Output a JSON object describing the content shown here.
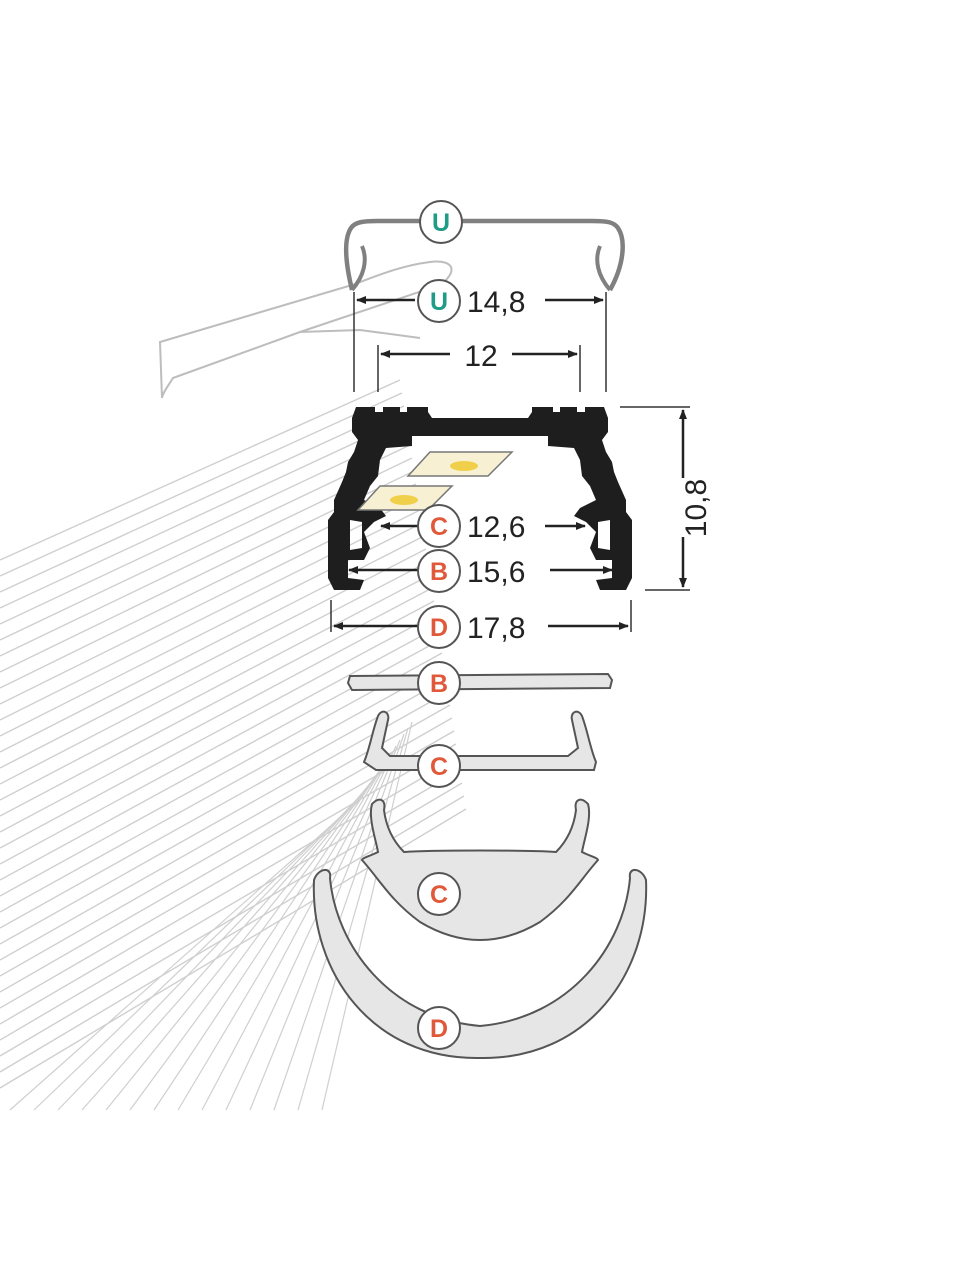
{
  "colors": {
    "teal": "#1f9b86",
    "orange": "#e0593a",
    "profile": "#1e1e1e",
    "cover": "#e6e6e6",
    "cover_stroke": "#555555",
    "hatch": "#cfcfcf",
    "led": "#f7f0d2",
    "led_die": "#f0d04a"
  },
  "badges": {
    "u_top": "U",
    "u_dim": "U",
    "c_dim": "C",
    "b_dim": "B",
    "d_dim": "D",
    "b_cover": "B",
    "c_cover": "C",
    "c_round": "C",
    "d_round": "D"
  },
  "dimensions": {
    "u_width": "14,8",
    "inner_width": "12",
    "height": "10,8",
    "c_width": "12,6",
    "b_width": "15,6",
    "d_width": "17,8"
  }
}
